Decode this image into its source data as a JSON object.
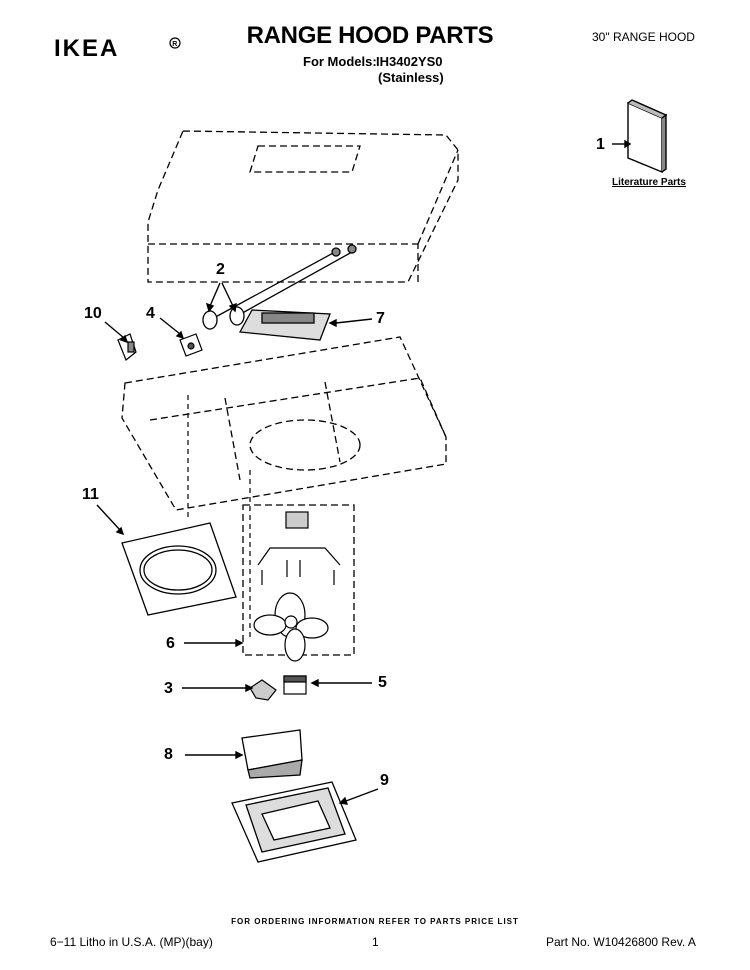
{
  "header": {
    "brand": "IKEA",
    "title": "RANGE HOOD PARTS",
    "models_label": "For Models:",
    "models_value": "IH3402YS0",
    "variant": "(Stainless)",
    "product_type": "30\" RANGE HOOD"
  },
  "diagram": {
    "callouts": [
      "1",
      "2",
      "10",
      "4",
      "7",
      "11",
      "6",
      "3",
      "5",
      "8",
      "9"
    ],
    "literature_label": "Literature Parts"
  },
  "footer": {
    "ordering_note": "FOR ORDERING INFORMATION REFER TO PARTS PRICE LIST",
    "litho": "6−11 Litho in U.S.A. (MP)(bay)",
    "page_number": "1",
    "part_number": "Part No. W10426800 Rev. A"
  }
}
